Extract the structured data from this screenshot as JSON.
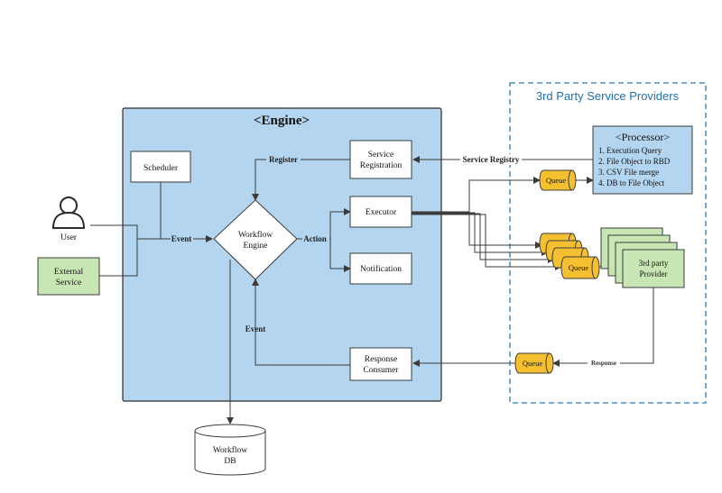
{
  "colors": {
    "engine_fill": "#b3d5ef",
    "engine_stroke": "#2b2b2b",
    "green_fill": "#c8e6b4",
    "green_stroke": "#3b3b3b",
    "queue_fill": "#f5c030",
    "queue_stroke": "#3b3b3b",
    "processor_fill": "#b3d5ef",
    "providers_border": "#2a7ab8",
    "providers_title": "#1f6fb0",
    "line": "#3b3b3b"
  },
  "engine": {
    "title": "<Engine>"
  },
  "nodes": {
    "scheduler": "Scheduler",
    "service_registration": [
      "Service",
      "Registration"
    ],
    "executor": "Executor",
    "notification": "Notification",
    "response_consumer": [
      "Response",
      "Consumer"
    ],
    "workflow_engine": [
      "Workflow",
      "Engine"
    ],
    "workflow_db": [
      "Workflow",
      "DB"
    ],
    "user": "User",
    "external_service": [
      "External",
      "Service"
    ]
  },
  "edge_labels": {
    "register": "Register",
    "event_in": "Event",
    "action": "Action",
    "event_back": "Event",
    "service_registry": "Service Registry",
    "response": "Response"
  },
  "providers": {
    "title": "3rd Party Service Providers",
    "processor_title": "<Processor>",
    "processor_items": [
      "1.  Execution Query",
      "2.  File Object to RBD",
      "3.  CSV File merge",
      "4.  DB to File Object"
    ],
    "queue_label": "Queue",
    "third_party": [
      "3rd party",
      "Provider"
    ]
  },
  "icons": {
    "user": "user-icon"
  }
}
